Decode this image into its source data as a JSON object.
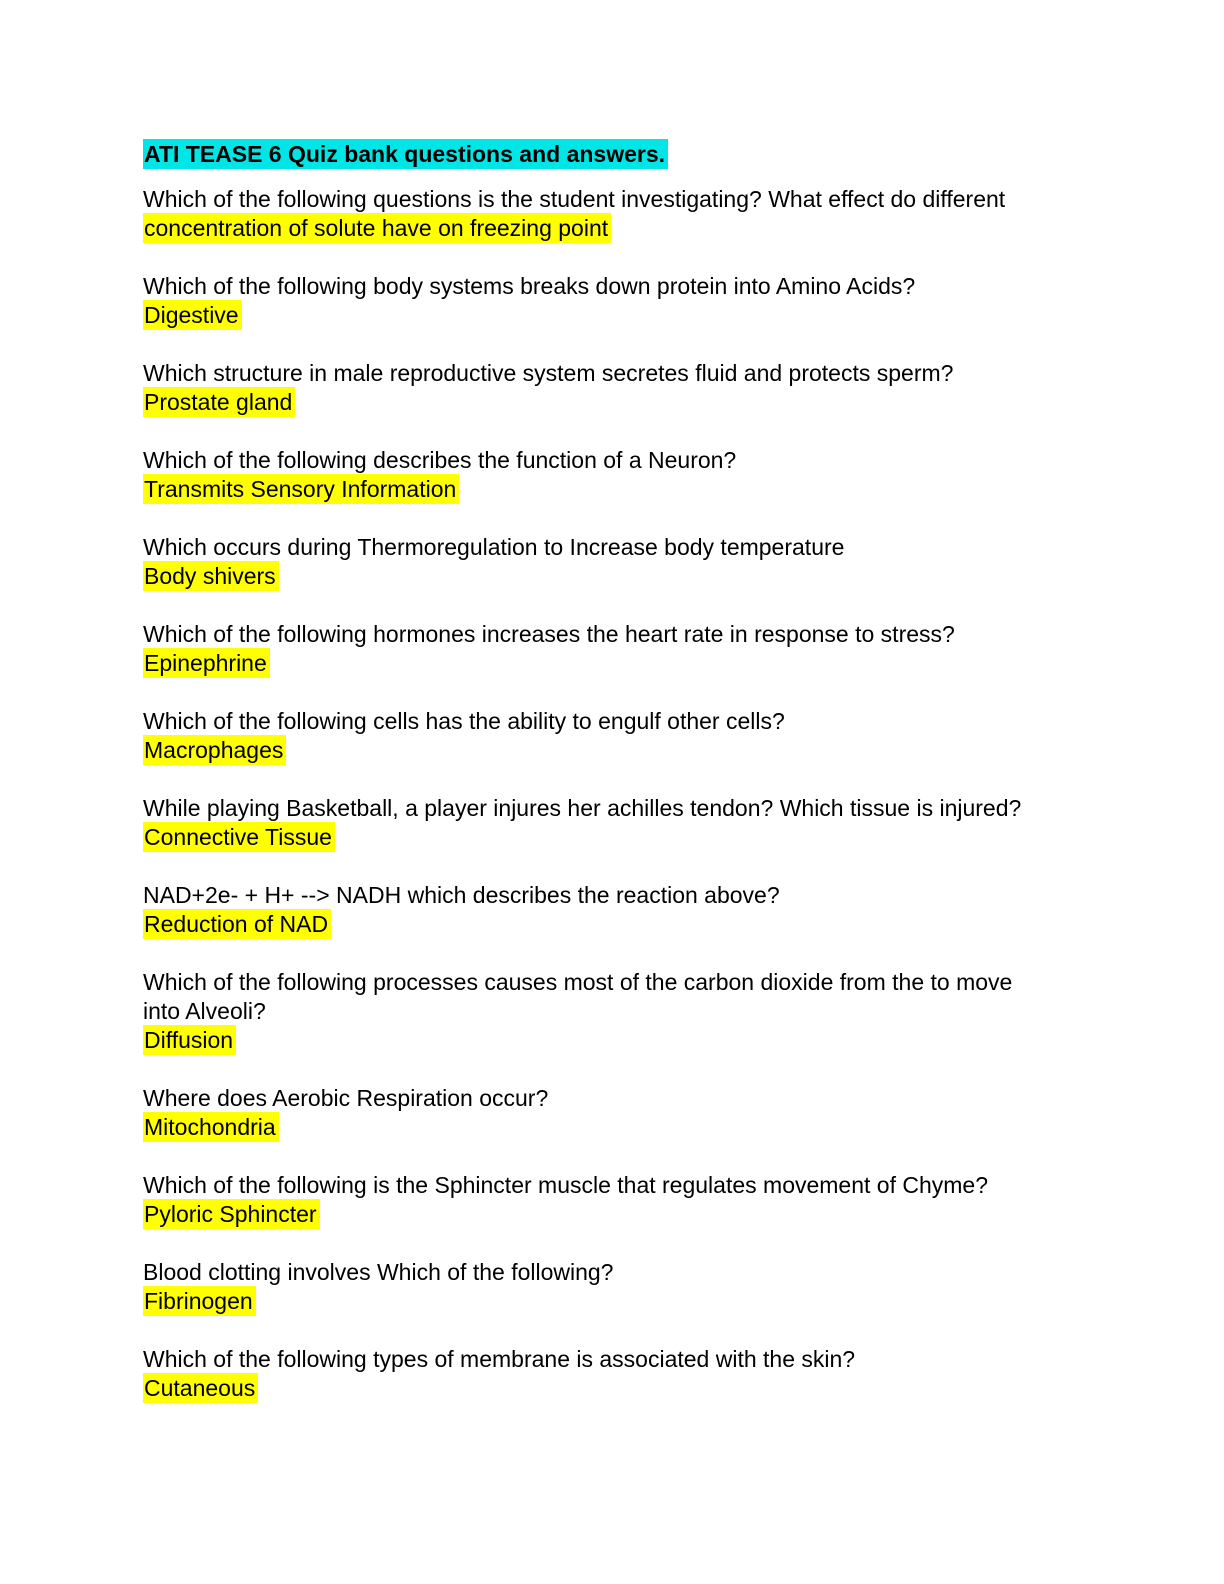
{
  "doc": {
    "title": "ATI TEASE 6 Quiz bank questions and answers.",
    "colors": {
      "title_highlight": "#00e5e5",
      "answer_highlight": "#ffff00",
      "text": "#000000",
      "page_bg": "#ffffff"
    },
    "qa": [
      {
        "question": "Which of the following questions is the student investigating? What effect do different",
        "answer": "concentration of solute have on freezing point"
      },
      {
        "question": "Which of the following body systems breaks down protein into Amino Acids?",
        "answer": "Digestive"
      },
      {
        "question": "Which structure in male reproductive system secretes fluid and protects sperm?",
        "answer": "Prostate gland"
      },
      {
        "question": "Which of the following describes the function of a Neuron?",
        "answer": "Transmits Sensory Information"
      },
      {
        "question": "Which occurs during Thermoregulation to Increase body temperature",
        "answer": "Body shivers"
      },
      {
        "question": "Which of the following hormones increases the heart rate in response to stress?",
        "answer": "Epinephrine"
      },
      {
        "question": "Which of the following cells has the ability to engulf other cells?",
        "answer": "Macrophages"
      },
      {
        "question": "While playing Basketball, a player injures her achilles tendon? Which tissue is injured?",
        "answer": "Connective Tissue"
      },
      {
        "question": "NAD+2e- + H+ --> NADH which describes the reaction above?",
        "answer": "Reduction of NAD"
      },
      {
        "question": "Which of the following processes causes most of the carbon dioxide from the to move into Alveoli?",
        "answer": "Diffusion"
      },
      {
        "question": "Where does Aerobic Respiration occur?",
        "answer": "Mitochondria"
      },
      {
        "question": "Which of the following is the Sphincter muscle that regulates movement of Chyme?",
        "answer": "Pyloric Sphincter"
      },
      {
        "question": "Blood clotting involves Which of the following?",
        "answer": "Fibrinogen"
      },
      {
        "question": "Which of the following types of membrane is associated with the skin?",
        "answer": "Cutaneous"
      }
    ]
  }
}
